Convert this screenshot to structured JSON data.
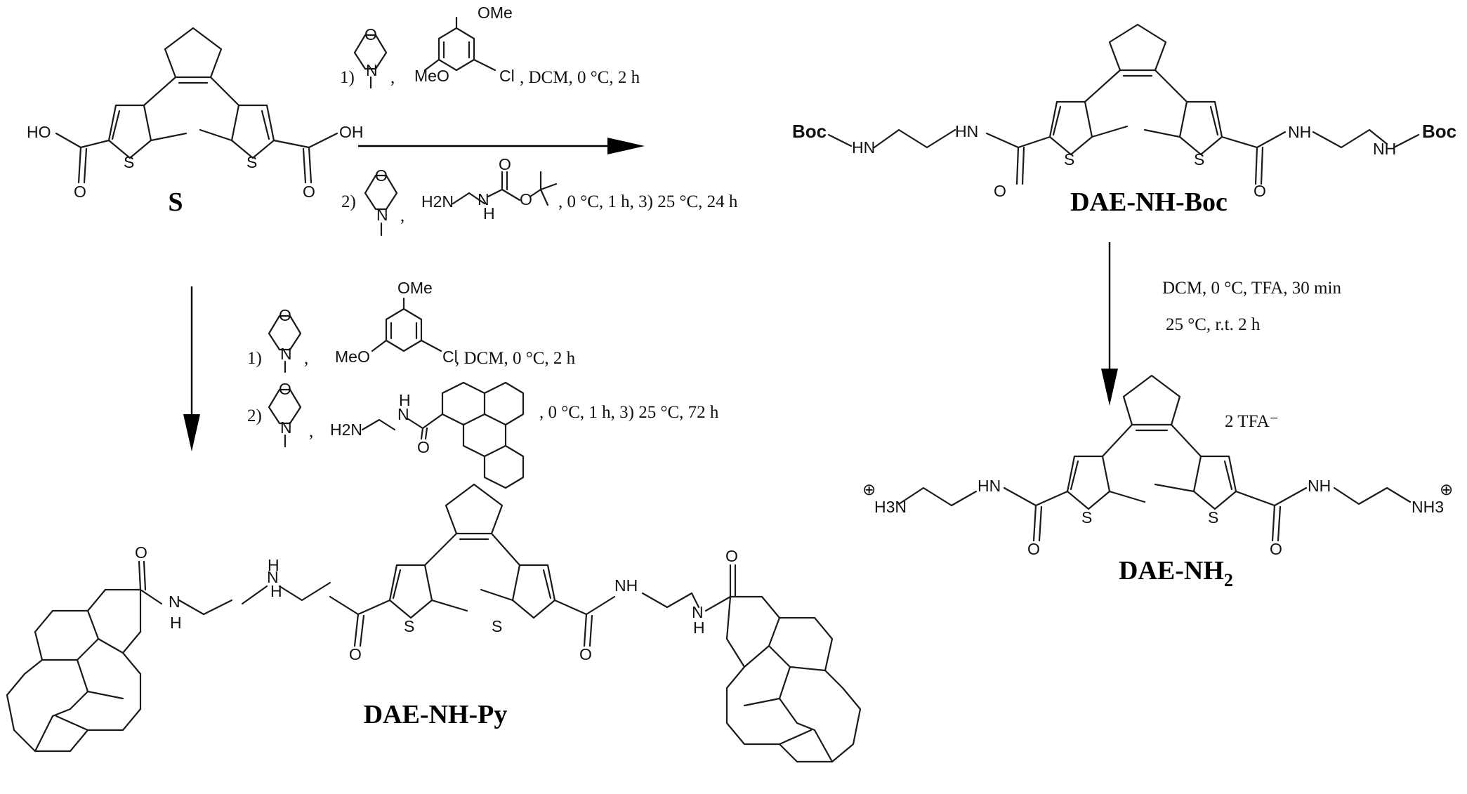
{
  "compounds": {
    "S": "S",
    "boc": "DAE-NH-Boc",
    "nh2_main": "DAE-NH",
    "nh2_sub": "2",
    "py": "DAE-NH-Py"
  },
  "atoms": {
    "S": "S",
    "O": "O",
    "N": "N",
    "HO": "HO",
    "OH": "OH",
    "NH": "NH",
    "HN": "HN",
    "H": "H",
    "H2N": "H2N",
    "OMe": "OMe",
    "MeO": "MeO",
    "Cl": "Cl",
    "Boc": "Boc",
    "H3N": "H3N",
    "NH3": "NH3",
    "plus": "⊕"
  },
  "reaction_top": {
    "step1": "1)",
    "step1_suffix": ", DCM, 0 °C, 2 h",
    "step2": "2)",
    "step2_suffix": ", 0 °C, 1 h,  3) 25 °C, 24 h"
  },
  "reaction_right": {
    "line1": "DCM, 0 °C, TFA, 30 min",
    "line2": "25 °C, r.t. 2 h",
    "counterion": "2 TFA⁻"
  },
  "reaction_left": {
    "step1": "1)",
    "step1_suffix": ",   DCM, 0 °C, 2 h",
    "step2": "2)",
    "step2_suffix": ", 0 °C, 1 h,  3) 25 °C, 72 h"
  }
}
